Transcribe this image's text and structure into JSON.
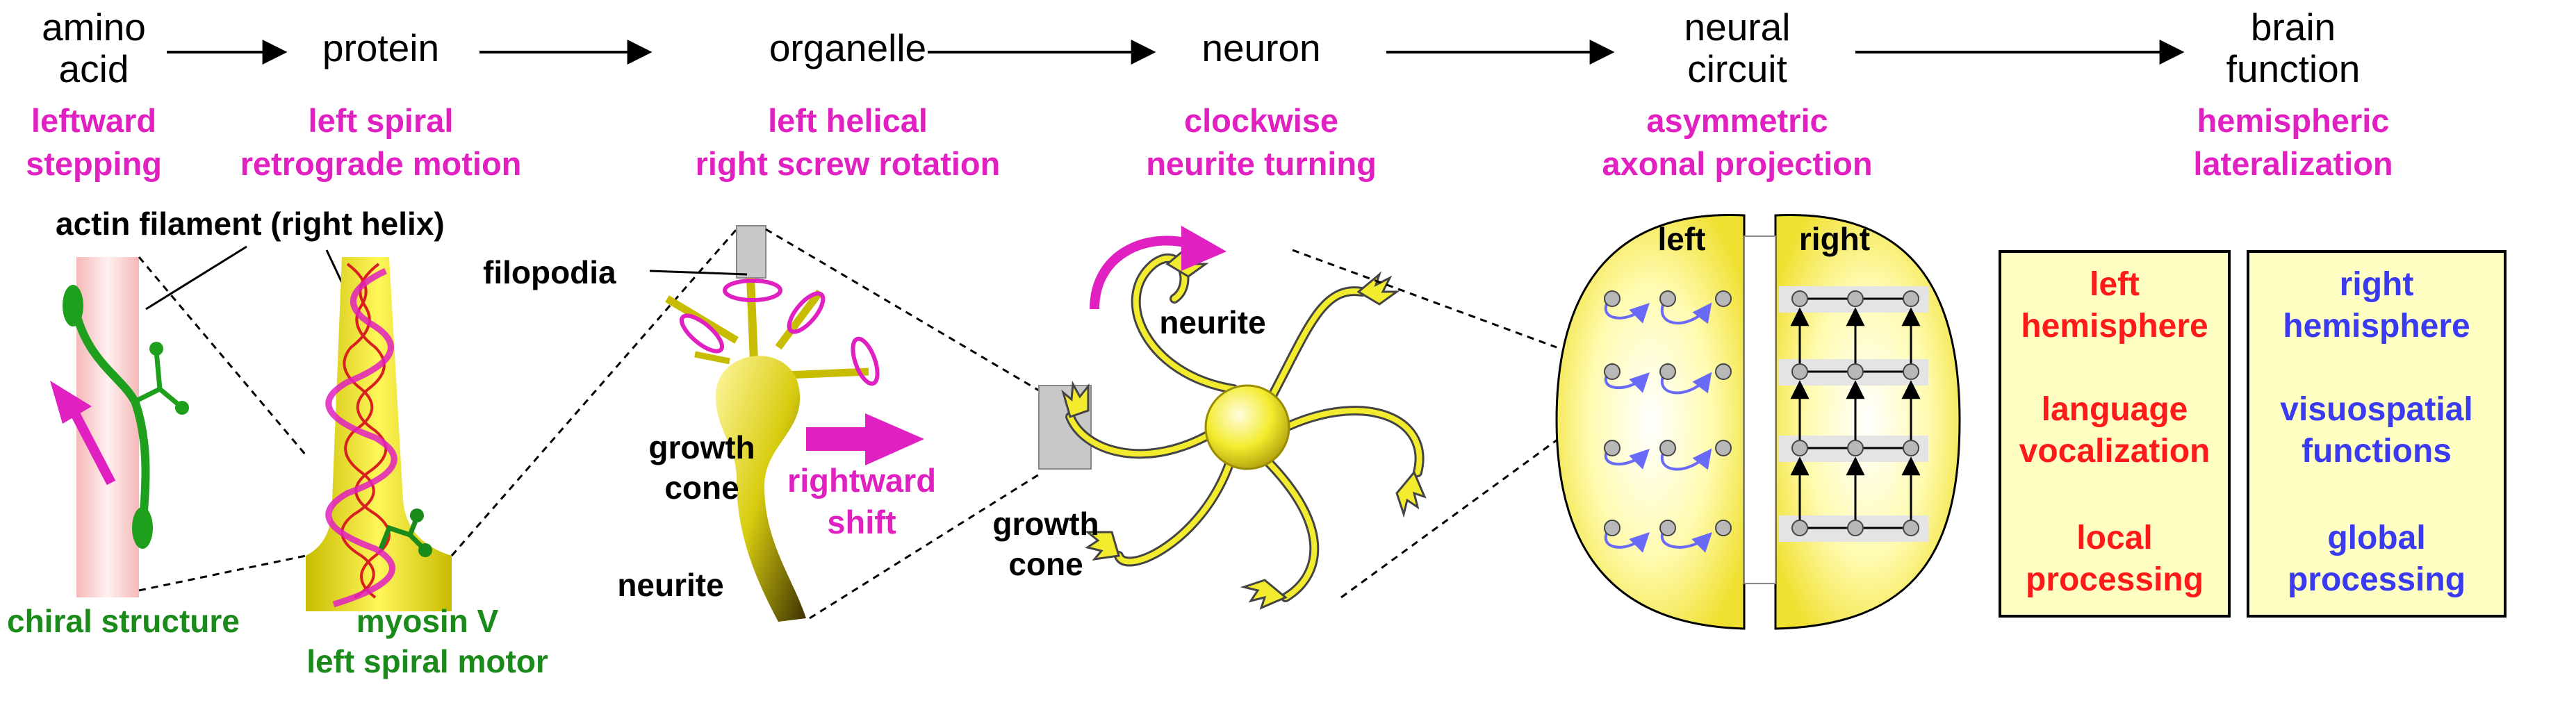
{
  "colors": {
    "magenta": "#e020c0",
    "green": "#1a8a1a",
    "red": "#ff1a1a",
    "blue": "#3a3af0",
    "yellow": "#f3ec2e",
    "box_fill": "#ffffc4"
  },
  "stages": [
    {
      "title": [
        "amino",
        "acid"
      ],
      "chirality": [
        "leftward",
        "stepping"
      ]
    },
    {
      "title": [
        "protein"
      ],
      "chirality": [
        "left spiral",
        "retrograde motion"
      ]
    },
    {
      "title": [
        "organelle"
      ],
      "chirality": [
        "left helical",
        "right screw rotation"
      ]
    },
    {
      "title": [
        "neuron"
      ],
      "chirality": [
        "clockwise",
        "neurite turning"
      ]
    },
    {
      "title": [
        "neural",
        "circuit"
      ],
      "chirality": [
        "asymmetric",
        "axonal projection"
      ]
    },
    {
      "title": [
        "brain",
        "function"
      ],
      "chirality": [
        "hemispheric",
        "lateralization"
      ]
    }
  ],
  "labels": {
    "actin": "actin filament (right helix)",
    "filopodia": "filopodia",
    "chiral_structure": "chiral structure",
    "myosin": [
      "myosin V",
      "left spiral motor"
    ],
    "growth_cone_1": [
      "growth",
      "cone"
    ],
    "rightward_shift": [
      "rightward",
      "shift"
    ],
    "neurite_1": "neurite",
    "neurite_2": "neurite",
    "growth_cone_2": [
      "growth",
      "cone"
    ],
    "left": "left",
    "right": "right"
  },
  "left_hemisphere_box": [
    "left",
    "hemisphere",
    "language",
    "vocalization",
    "local",
    "processing"
  ],
  "right_hemisphere_box": [
    "right",
    "hemisphere",
    "visuospatial",
    "functions",
    "global",
    "processing"
  ]
}
